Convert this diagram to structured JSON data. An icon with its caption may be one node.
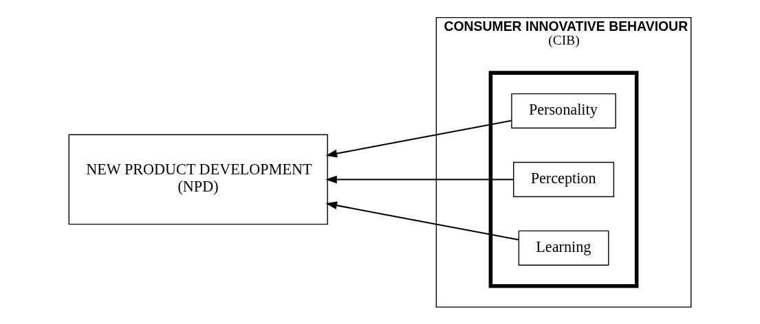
{
  "diagram": {
    "nodes": [
      {
        "text": [
          "CONSUMER INNOVATIVE BEHAVIOUR",
          "(CIB)"
        ]
      },
      {
        "text": [],
        "shape": "box",
        "in": 0
      },
      {
        "text": [
          "Personality"
        ],
        "in": 1
      },
      {
        "text": [
          "Perception"
        ],
        "in": 1
      },
      {
        "text": [
          "Learning"
        ],
        "in": 1
      },
      {
        "text": [
          "NEW PRODUCT DEVELOPMENT",
          "(NPD)"
        ]
      }
    ],
    "edges": [
      {
        "from": 2,
        "to": 5,
        "arrow": "to"
      },
      {
        "from": 3,
        "to": 5,
        "arrow": "to"
      },
      {
        "from": 4,
        "to": 5,
        "arrow": "to"
      }
    ]
  }
}
